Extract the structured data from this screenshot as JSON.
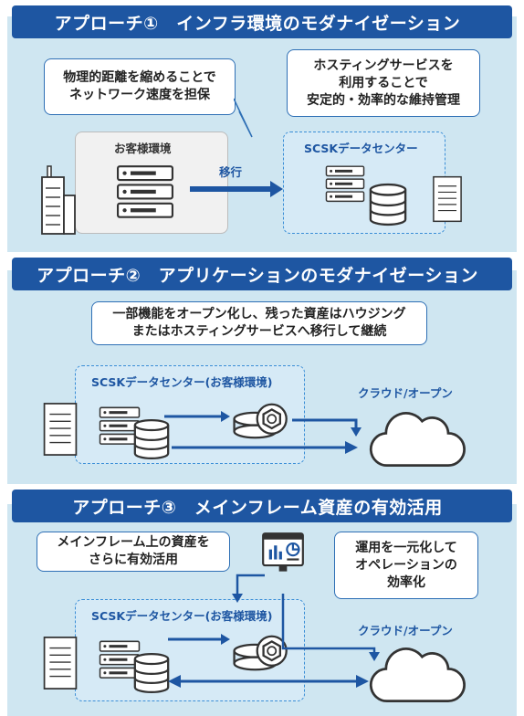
{
  "section1": {
    "title": "アプローチ①　インフラ環境のモダナイゼーション",
    "callout_left": [
      "物理的距離を縮めることで",
      "ネットワーク速度を担保"
    ],
    "callout_right": [
      "ホスティングサービスを",
      "利用することで",
      "安定的・効率的な維持管理"
    ],
    "customer_env_label": "お客様環境",
    "migrate_label": "移行",
    "datacenter_label": "SCSKデータセンター"
  },
  "section2": {
    "title": "アプローチ②　アプリケーションのモダナイゼーション",
    "callout": [
      "一部機能をオープン化し、残った資産はハウジング",
      "またはホスティングサービスへ移行して継続"
    ],
    "datacenter_label": "SCSKデータセンター(お客様環境)",
    "cloud_label": "クラウド/オープン"
  },
  "section3": {
    "title": "アプローチ③　メインフレーム資産の有効活用",
    "callout_left": [
      "メインフレーム上の資産を",
      "さらに有効活用"
    ],
    "callout_right": [
      "運用を一元化して",
      "オペレーションの",
      "効率化"
    ],
    "datacenter_label": "SCSKデータセンター(お客様環境)",
    "cloud_label": "クラウド/オープン"
  },
  "colors": {
    "header": "#1e56a2",
    "panel": "#cfe6f1",
    "datacenter_fill": "#d6eaf6",
    "arrow": "#1e56a2"
  }
}
